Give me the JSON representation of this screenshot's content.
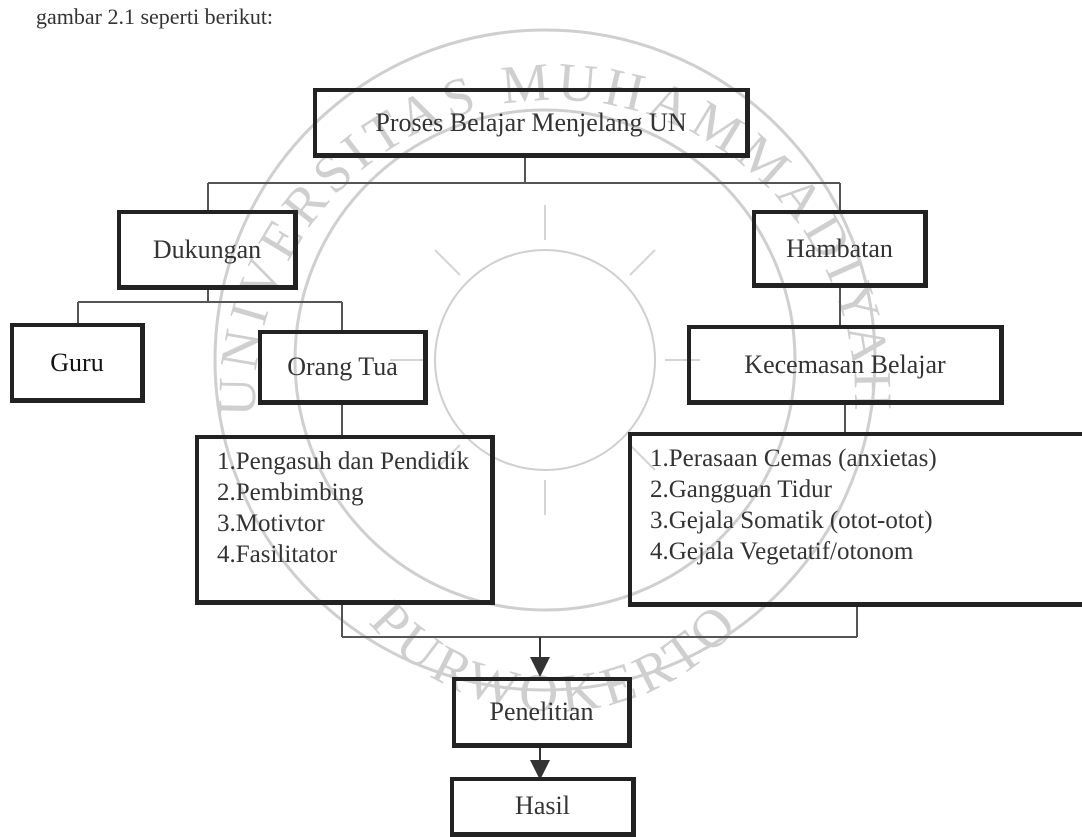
{
  "intro_text": "gambar 2.1 seperti berikut:",
  "watermark": {
    "arc_top": "UNIVERSITAS MUHAMMADIYAH",
    "arc_bottom": "PURWOKERTO"
  },
  "nodes": {
    "root": "Proses Belajar Menjelang UN",
    "dukungan": "Dukungan",
    "hambatan": "Hambatan",
    "guru": "Guru",
    "orang_tua": "Orang Tua",
    "kecemasan": "Kecemasan Belajar",
    "penelitian": "Penelitian",
    "hasil": "Hasil"
  },
  "lists": {
    "orang_tua_roles": [
      "1.Pengasuh dan Pendidik",
      "2.Pembimbing",
      "3.Motivtor",
      "4.Fasilitator"
    ],
    "kecemasan_symptoms": [
      "1.Perasaan Cemas (anxietas)",
      "2.Gangguan Tidur",
      "3.Gejala Somatik (otot-otot)",
      "4.Gejala Vegetatif/otonom"
    ]
  },
  "colors": {
    "border": "#222222",
    "text": "#333333",
    "watermark": "#c8c8c8"
  }
}
